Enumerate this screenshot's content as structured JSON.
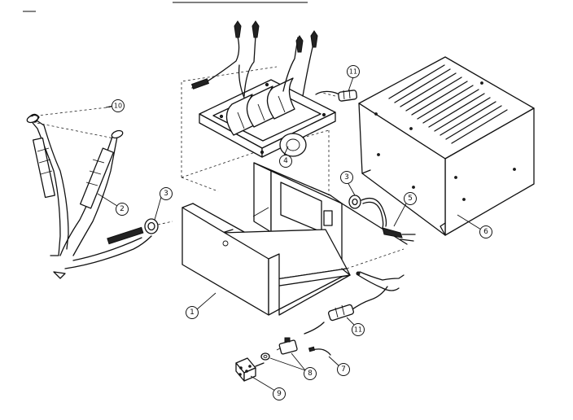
{
  "callouts": [
    {
      "id": "c1",
      "label": "1"
    },
    {
      "id": "c2",
      "label": "2"
    },
    {
      "id": "c3a",
      "label": "3"
    },
    {
      "id": "c3b",
      "label": "3"
    },
    {
      "id": "c4",
      "label": "4"
    },
    {
      "id": "c5",
      "label": "5"
    },
    {
      "id": "c6",
      "label": "6"
    },
    {
      "id": "c7",
      "label": "7"
    },
    {
      "id": "c8",
      "label": "8"
    },
    {
      "id": "c9",
      "label": "9"
    },
    {
      "id": "c10",
      "label": "10"
    },
    {
      "id": "c11a",
      "label": "11"
    },
    {
      "id": "c11b",
      "label": "11"
    }
  ]
}
